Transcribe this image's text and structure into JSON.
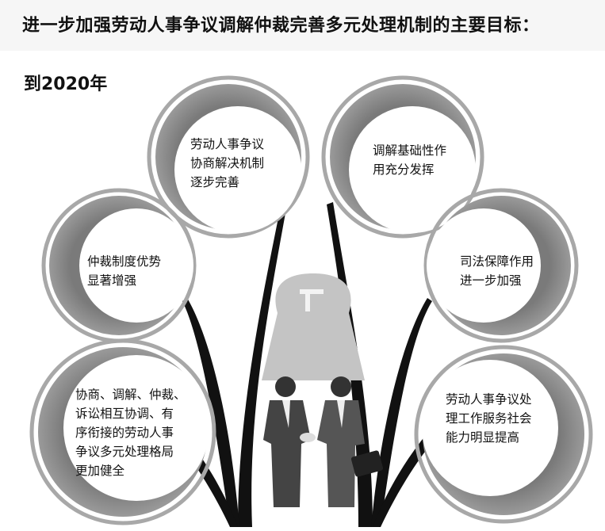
{
  "title": "进一步加强劳动人事争议调解仲裁完善多元处理机制的主要目标：",
  "year_label": "到2020年",
  "goals": [
    {
      "lines": [
        "劳动人事争议",
        "协商解决机制",
        "逐步完善"
      ]
    },
    {
      "lines": [
        "调解基础性作",
        "用充分发挥"
      ]
    },
    {
      "lines": [
        "仲裁制度优势",
        "显著增强"
      ]
    },
    {
      "lines": [
        "司法保障作用",
        "进一步加强"
      ]
    },
    {
      "lines": [
        "协商、调解、仲裁、",
        "诉讼相互协调、有",
        "序衔接的劳动人事",
        "争议多元处理格局",
        "更加健全"
      ]
    },
    {
      "lines": [
        "劳动人事争议处",
        "理工作服务社会",
        "能力明显提高"
      ]
    }
  ],
  "colors": {
    "crescent": "#8a8a8a",
    "ring": "#a8a8a8",
    "stem": "#111111",
    "band": "#f6f6f6"
  }
}
